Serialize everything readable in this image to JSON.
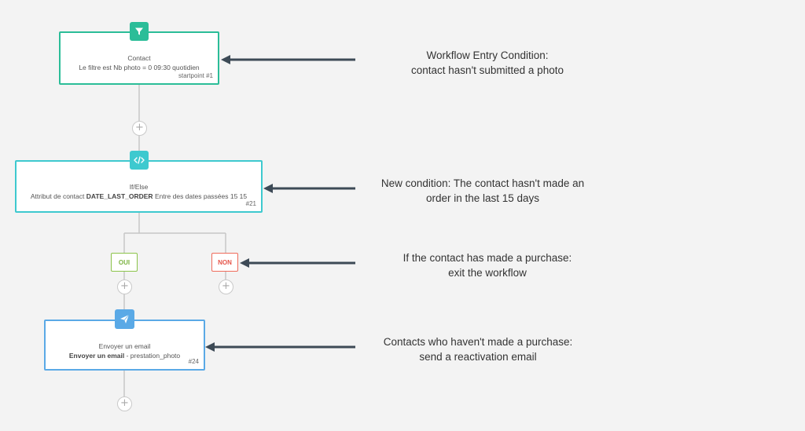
{
  "nodes": {
    "contact": {
      "title": "Contact",
      "desc": "Le filtre est Nb photo = 0 09:30 quotidien",
      "id": "startpoint #1"
    },
    "ifelse": {
      "title": "If/Else",
      "desc_prefix": "Attribut de contact ",
      "desc_bold": "DATE_LAST_ORDER",
      "desc_suffix": " Entre des dates passées 15 15",
      "id": "#21"
    },
    "email": {
      "title": "Envoyer un email",
      "desc_bold": "Envoyer un email",
      "desc_suffix": " - prestation_photo",
      "id": "#24"
    }
  },
  "branches": {
    "oui": "OUI",
    "non": "NON"
  },
  "plus_symbol": "+",
  "annotations": {
    "entry": [
      "Workflow Entry Condition:",
      "contact hasn't submitted a photo"
    ],
    "condition": [
      "New condition: The contact hasn't made an",
      "order in the last 15 days"
    ],
    "purchase": [
      "If the contact has made a purchase:",
      "exit the workflow"
    ],
    "reactivation": [
      "Contacts who haven't made a purchase:",
      "send a reactivation email"
    ]
  },
  "icons": {
    "contact": "filter-icon",
    "ifelse": "code-icon",
    "email": "paper-plane-icon"
  },
  "colors": {
    "filter": "#2bbd98",
    "ifelse": "#3ec9cf",
    "email": "#5aa9e6",
    "oui": "#8bc34a",
    "non": "#ef6b5b",
    "arrow": "#3d4a56"
  }
}
